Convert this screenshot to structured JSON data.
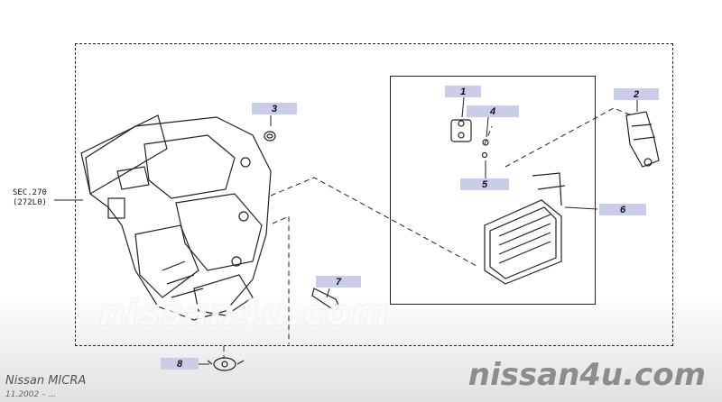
{
  "diagram": {
    "sec_reference": {
      "line1": "SEC.270",
      "line2": "(272L0)"
    },
    "callouts": [
      {
        "id": "1",
        "label": "1"
      },
      {
        "id": "2",
        "label": "2"
      },
      {
        "id": "3",
        "label": "3"
      },
      {
        "id": "4",
        "label": "4"
      },
      {
        "id": "5",
        "label": "5"
      },
      {
        "id": "6",
        "label": "6"
      },
      {
        "id": "7",
        "label": "7"
      },
      {
        "id": "8",
        "label": "8"
      }
    ]
  },
  "footer": {
    "model": "Nissan MICRA",
    "date": "11.2002 – ...",
    "brand": "nissan4u.com",
    "watermark": "nissan4u.com"
  },
  "colors": {
    "callout_bg": "#c9cde8",
    "line": "#222222",
    "brand_text": "#8c8c8c"
  }
}
